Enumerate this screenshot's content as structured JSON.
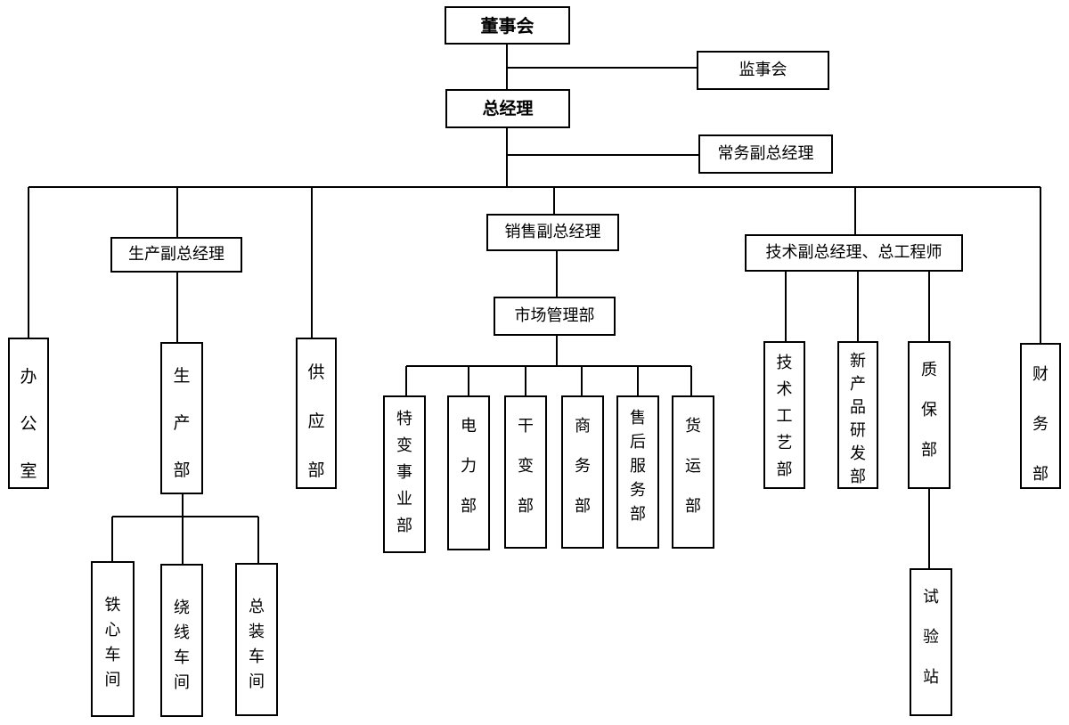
{
  "org_chart": {
    "board": "董事会",
    "supervisory_board": "监事会",
    "general_manager": "总经理",
    "executive_deputy_gm": "常务副总经理",
    "office": "办公室",
    "production_deputy_gm": "生产副总经理",
    "production_dept": "生产部",
    "supply_dept": "供应部",
    "sales_deputy_gm": "销售副总经理",
    "market_mgmt_dept": "市场管理部",
    "special_transformer_division": "特变事业部",
    "power_dept": "电力部",
    "dry_transformer_dept": "干变部",
    "business_dept": "商务部",
    "after_sales_dept": "售后服务部",
    "freight_dept": "货运部",
    "tech_deputy_gm": "技术副总经理、总工程师",
    "tech_process_dept": "技术工艺部",
    "new_product_rd_dept": "新产品研发部",
    "quality_assurance_dept": "质保部",
    "test_station": "试验站",
    "finance_dept": "财务部",
    "core_workshop": "铁心车间",
    "winding_workshop": "绕线车间",
    "assembly_workshop": "总装车间"
  }
}
